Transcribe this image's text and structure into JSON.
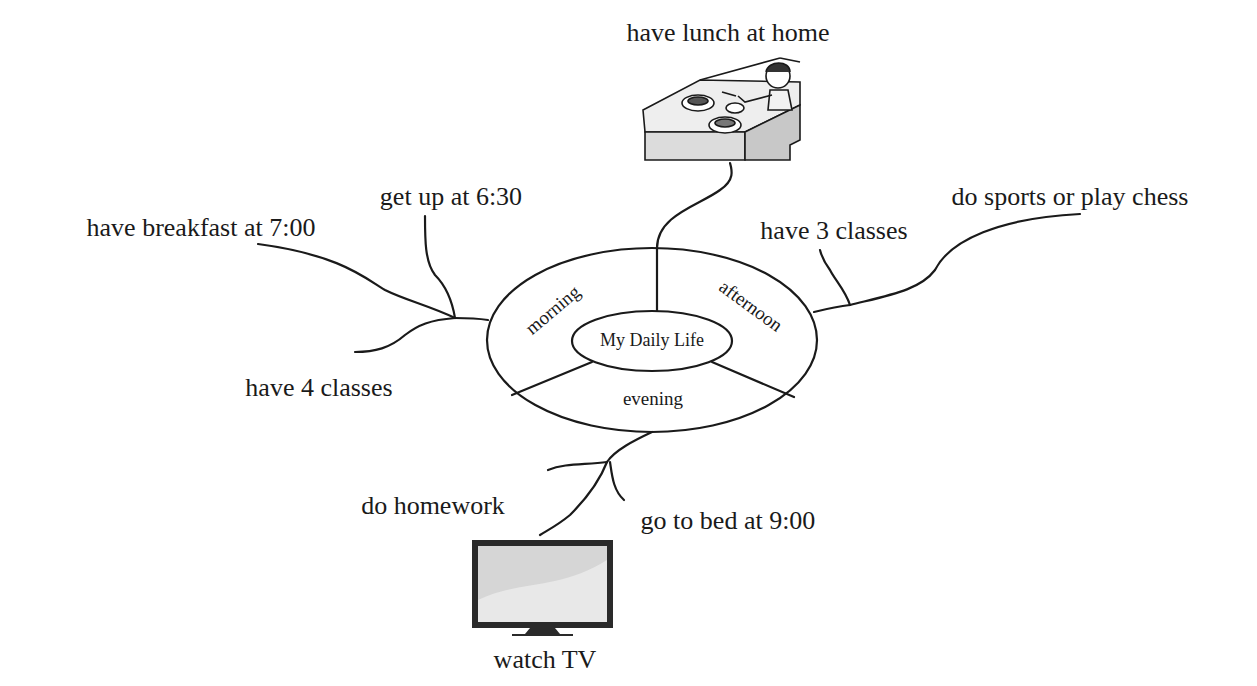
{
  "diagram": {
    "nodes": [
      {
        "text": [
          "My Daily Life"
        ]
      },
      {
        "text": [
          "morning"
        ]
      },
      {
        "text": [
          "afternoon"
        ]
      },
      {
        "text": [
          "evening"
        ]
      }
    ],
    "labels": [
      "have lunch at home",
      "get up at 6:30",
      "have breakfast at 7:00",
      "have 4 classes",
      "have 3 classes",
      "do sports or play chess",
      "do homework",
      "go to bed at 9:00",
      "watch TV"
    ]
  }
}
